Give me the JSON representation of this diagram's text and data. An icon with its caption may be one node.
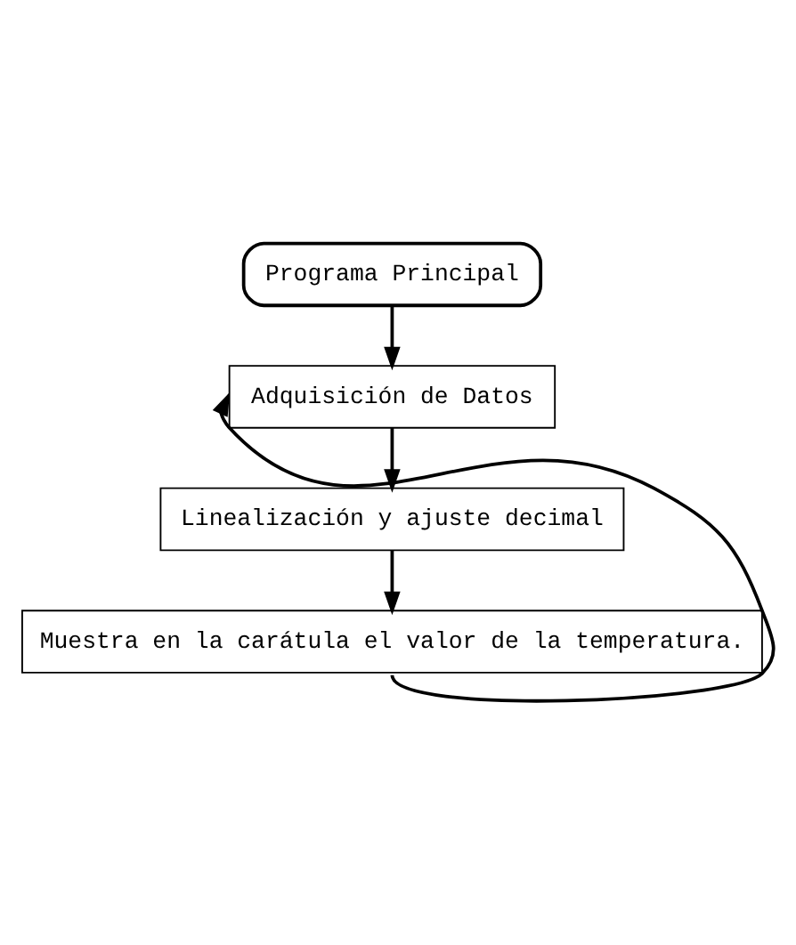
{
  "diagram": {
    "nodes": [
      {
        "text": [
          "Programa Principal"
        ]
      },
      {
        "text": [
          "Adquisición de Datos"
        ]
      },
      {
        "text": [
          "Linealización y ajuste decimal"
        ]
      },
      {
        "text": [
          "Muestra en la carátula el valor de la temperatura."
        ]
      }
    ],
    "edges": [
      {
        "from": 0,
        "to": 1,
        "arrow": "to"
      },
      {
        "from": 1,
        "to": 2,
        "arrow": "to"
      },
      {
        "from": 2,
        "to": 3,
        "arrow": "to"
      },
      {
        "from": 3,
        "to": 1,
        "arrow": "to"
      }
    ]
  }
}
